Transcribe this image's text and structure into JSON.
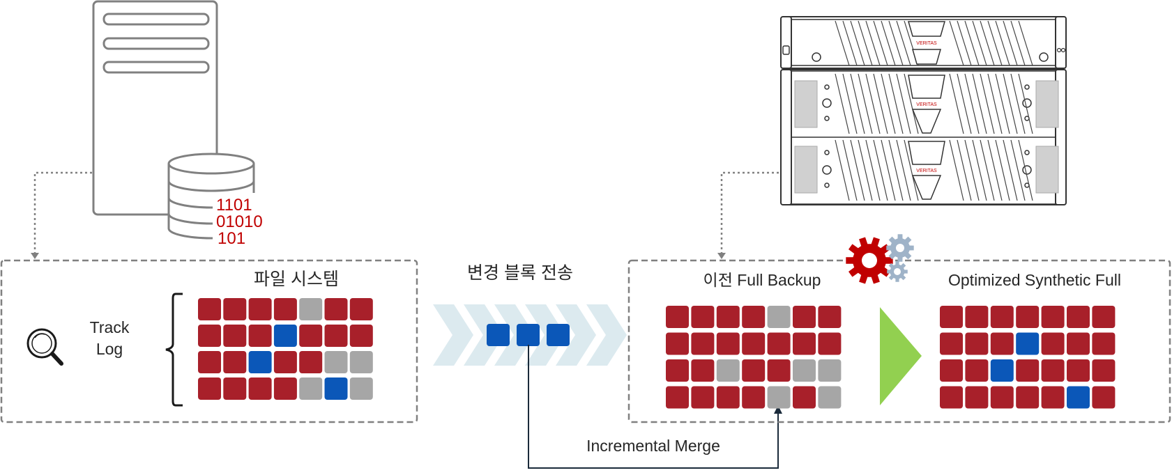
{
  "labels": {
    "file_system": "파일 시스템",
    "track": "Track",
    "log": "Log",
    "transfer": "변경 블록 전송",
    "previous_full": "이전 Full Backup",
    "optimized_full": "Optimized Synthetic Full",
    "incremental_merge": "Incremental Merge",
    "binary": [
      "1101",
      "01010",
      "101"
    ],
    "brand": "VERITAS"
  },
  "colors": {
    "red": "#a8202a",
    "gray": "#a6a6a6",
    "blue": "#0b57b8",
    "green": "#92d050",
    "chevron": "#dceaef",
    "outline": "#7f7f7f",
    "dash": "#808080",
    "gear_red": "#c00000",
    "gear_blue": "#9fb3c8",
    "text": "#262626",
    "binary_text": "#c00000"
  },
  "grids": {
    "file_system": [
      [
        "r",
        "r",
        "r",
        "r",
        "g",
        "r",
        "r"
      ],
      [
        "r",
        "r",
        "r",
        "b",
        "r",
        "r",
        "r"
      ],
      [
        "r",
        "r",
        "b",
        "r",
        "r",
        "g",
        "g"
      ],
      [
        "r",
        "r",
        "r",
        "r",
        "g",
        "b",
        "g"
      ]
    ],
    "previous_full": [
      [
        "r",
        "r",
        "r",
        "r",
        "g",
        "r",
        "r"
      ],
      [
        "r",
        "r",
        "r",
        "r",
        "r",
        "r",
        "r"
      ],
      [
        "r",
        "r",
        "g",
        "r",
        "r",
        "g",
        "g"
      ],
      [
        "r",
        "r",
        "r",
        "r",
        "g",
        "r",
        "g"
      ]
    ],
    "optimized_full": [
      [
        "r",
        "r",
        "r",
        "r",
        "r",
        "r",
        "r"
      ],
      [
        "r",
        "r",
        "r",
        "b",
        "r",
        "r",
        "r"
      ],
      [
        "r",
        "r",
        "b",
        "r",
        "r",
        "r",
        "r"
      ],
      [
        "r",
        "r",
        "r",
        "r",
        "r",
        "b",
        "r"
      ]
    ],
    "changed_blocks": [
      "b",
      "b",
      "b"
    ]
  },
  "icons": {
    "server": "server-tower-icon",
    "database": "database-icon",
    "magnifier": "magnifier-icon",
    "appliance": "backup-appliance-icon",
    "gears": "gears-icon",
    "arrow": "play-arrow-icon",
    "chevrons": "chevron-arrows-icon"
  }
}
